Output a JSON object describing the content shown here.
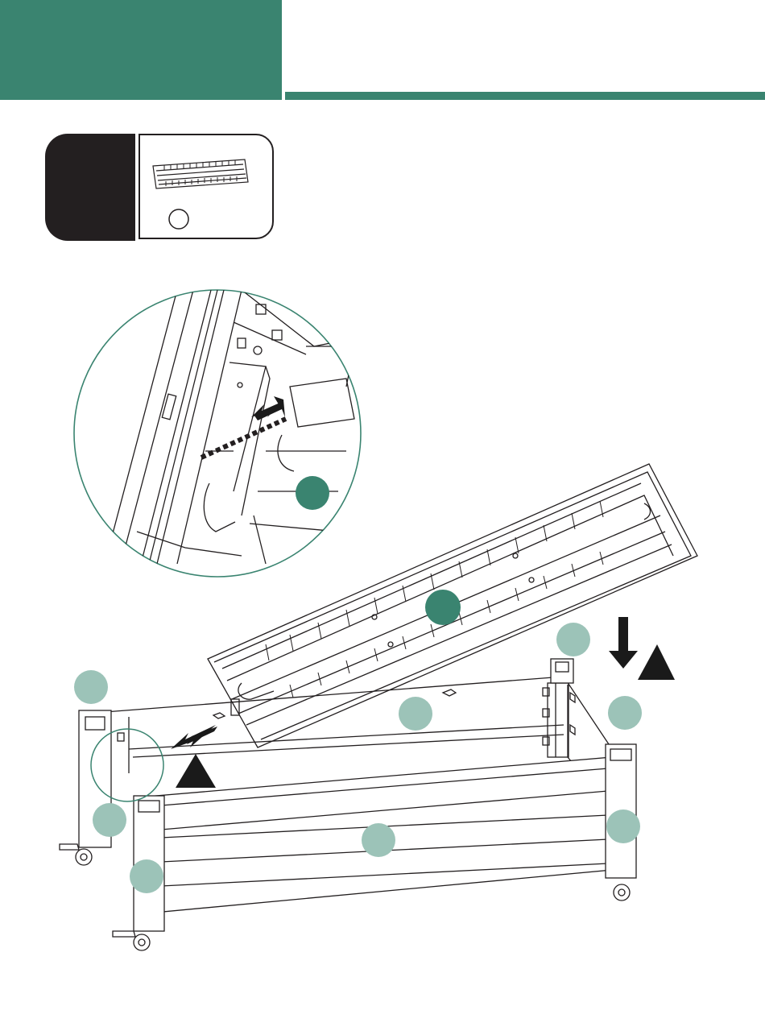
{
  "colors": {
    "brand": "#3a8470",
    "callout_dark": "#3a8470",
    "callout_light": "#9cc3b8",
    "ink": "#231f20",
    "arrow": "#1a1a1a"
  },
  "header": {
    "brand_block": "green-header-block",
    "rule": "green-header-rule"
  },
  "step": {
    "tab": "black-step-tab",
    "parts_box": {
      "part_icon": "hinge-strip-icon",
      "quantity_marker": "empty-quantity-circle"
    }
  },
  "illustration": {
    "detail_view": "hinge-insert-detail",
    "main_view": "storage-box-lid-assembly",
    "warning_icons": 2,
    "callout_count": 10
  }
}
